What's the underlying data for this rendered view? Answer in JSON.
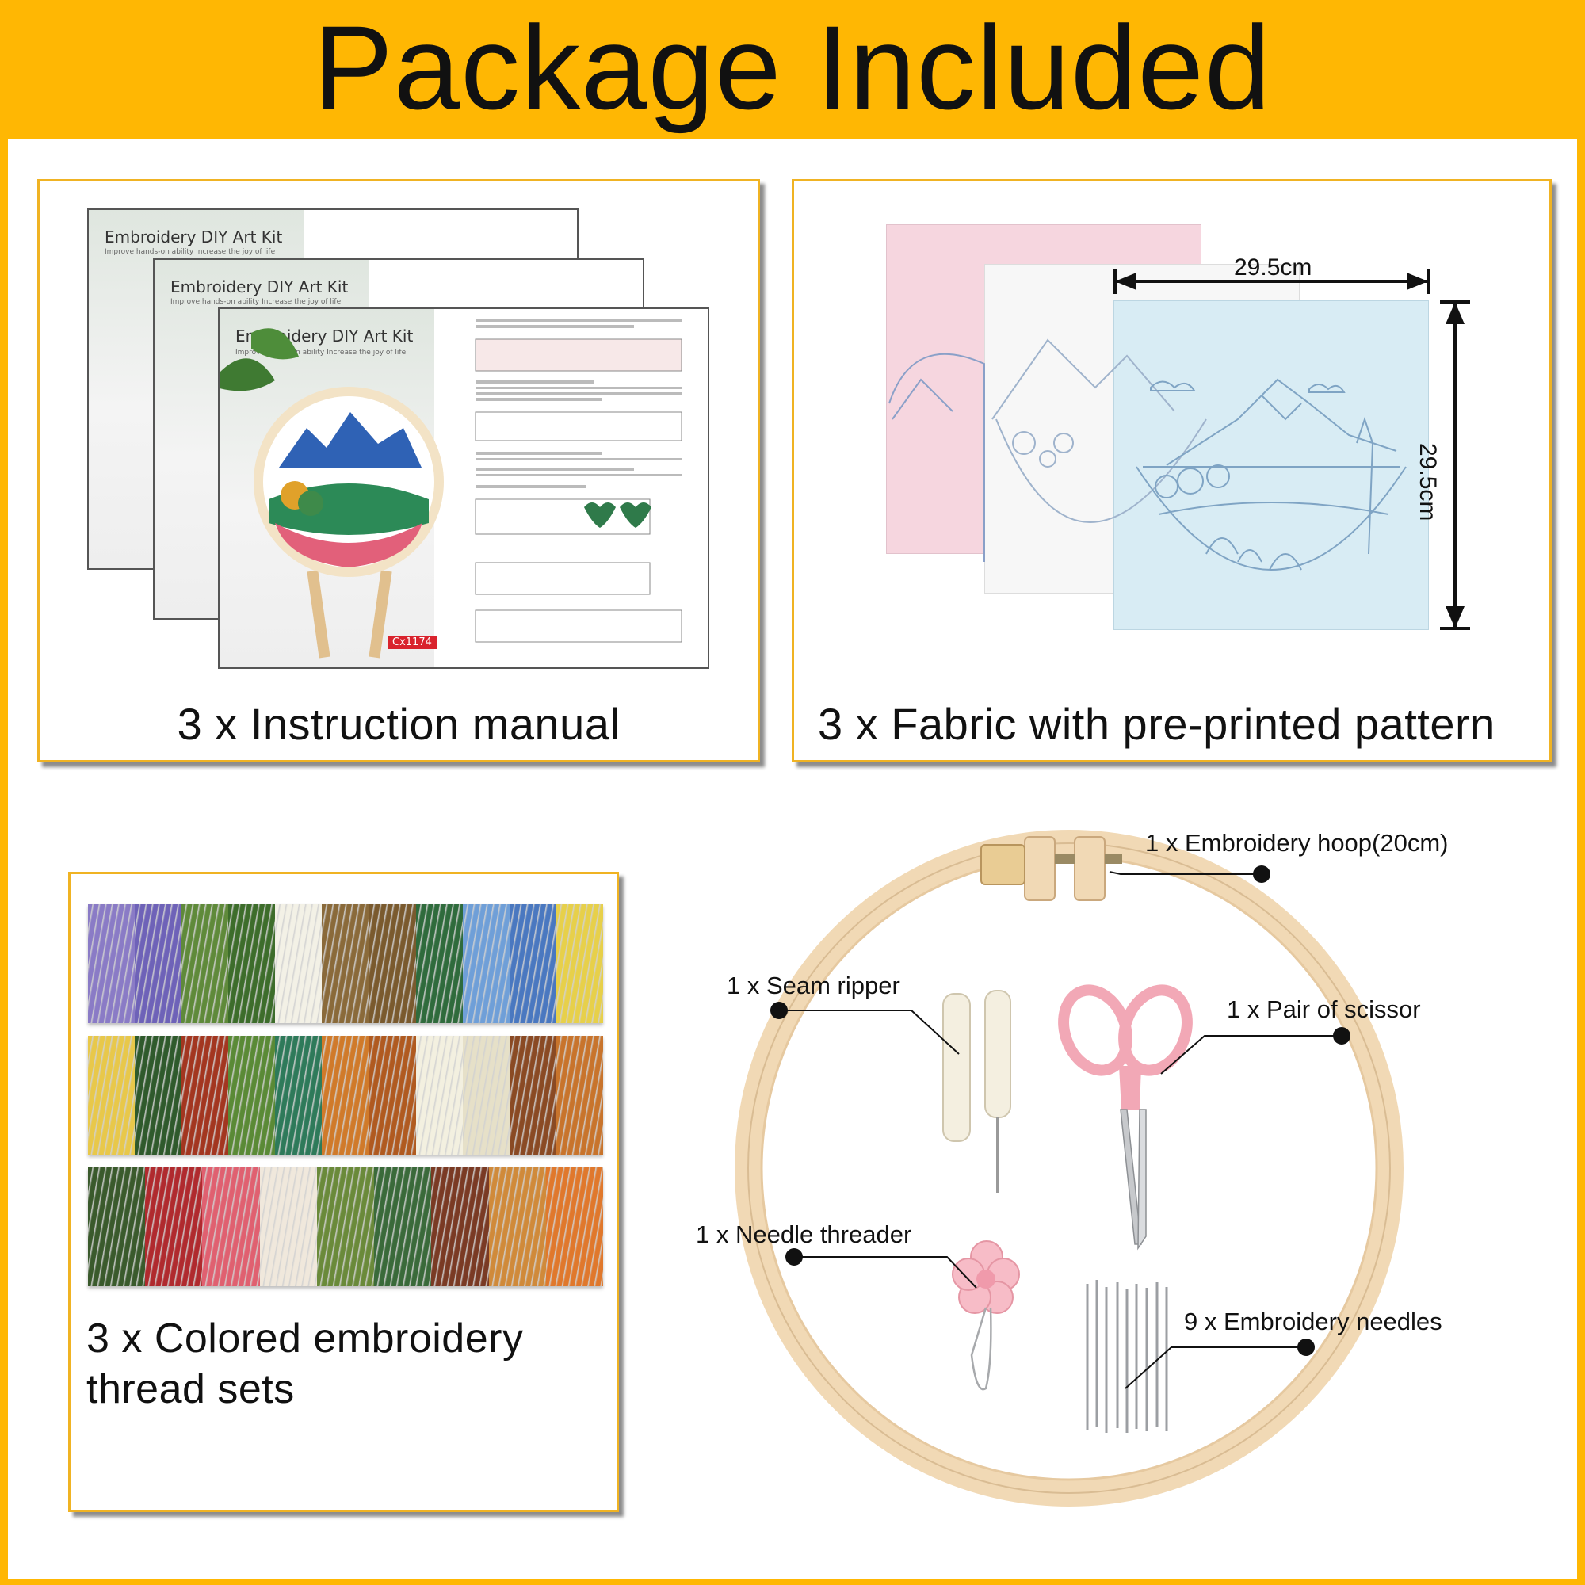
{
  "header": {
    "title": "Package Included"
  },
  "cards": {
    "manual": {
      "label": "3 x Instruction manual"
    },
    "fabric": {
      "label": "3 x Fabric with pre-printed pattern",
      "width_dim": "29.5cm",
      "height_dim": "29.5cm"
    },
    "threads": {
      "label_line1": "3 x Colored embroidery",
      "label_line2": "thread sets"
    }
  },
  "manual_sheet": {
    "title": "Embroidery DIY Art Kit",
    "subtitle": "Improve hands-on ability   Increase the joy of life",
    "badge": "Cx1174"
  },
  "tools": {
    "hoop": "1 x Embroidery hoop(20cm)",
    "seam_ripper": "1 x Seam ripper",
    "scissor": "1 x Pair of scissor",
    "threader": "1 x Needle threader",
    "needles": "9 x Embroidery needles"
  },
  "colors": {
    "brand": "#ffb703",
    "border": "#f0b323",
    "fabric_pink": "#f6d6df",
    "fabric_white": "#f7f7f7",
    "fabric_blue": "#d8ecf4",
    "hoop_wood": "#f1d9b5",
    "scissor_pink": "#f2a8b6"
  },
  "thread_rows": [
    [
      "#8a7bc6",
      "#6e62b8",
      "#5f8a3a",
      "#3d6d2b",
      "#f3f1e6",
      "#8a6a3a",
      "#7a5a2e",
      "#2f6b3c",
      "#6f9fd8",
      "#4a78c0",
      "#e7d04a"
    ],
    [
      "#e8c84a",
      "#2f5a2c",
      "#a33620",
      "#5a8a36",
      "#2e7a5a",
      "#d07a2a",
      "#b05a20",
      "#f3f0e0",
      "#e6e0c8",
      "#8a4a24",
      "#c8742c"
    ],
    [
      "#3a5a2c",
      "#b02a2e",
      "#e06070",
      "#f0e8dc",
      "#6a8a3a",
      "#3a6a3a",
      "#7a3a24",
      "#d08a3a",
      "#e0782c"
    ]
  ]
}
